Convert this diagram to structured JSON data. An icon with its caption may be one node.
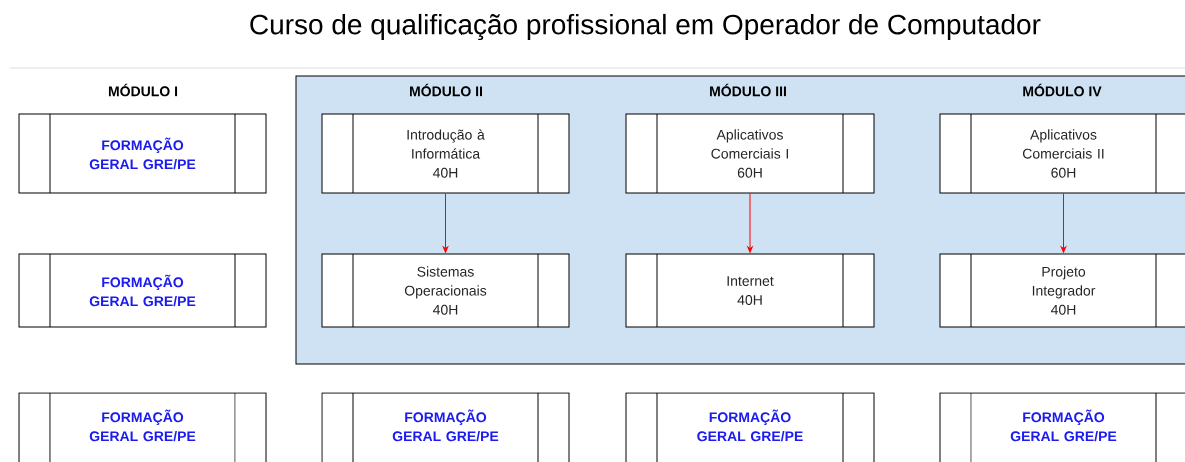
{
  "diagram": {
    "title": "Curso de qualificação profissional em Operador de Computador",
    "nodes": [
      {
        "text": [
          "FORMAÇÃO GERAL GRE/PE"
        ]
      },
      {
        "text": [],
        "shape": "box"
      },
      {
        "text": [
          "Introdução à Informática",
          "40H"
        ],
        "in": 1
      },
      {
        "text": [
          "Aplicativos Comerciais I",
          "60H"
        ],
        "in": 1
      },
      {
        "text": [
          "Aplicativos Comerciais II",
          "60H"
        ],
        "in": 1
      },
      {
        "text": [
          "FORMAÇÃO GERAL GRE/PE"
        ]
      },
      {
        "text": [
          "Sistemas Operacionais",
          "40H"
        ],
        "in": 1
      },
      {
        "text": [
          "Internet",
          "40H"
        ],
        "in": 1
      },
      {
        "text": [
          "Projeto Integrador",
          "40H"
        ],
        "in": 1
      },
      {
        "text": [
          "FORMAÇÃO GERAL GRE/PE"
        ]
      },
      {
        "text": [
          "FORMAÇÃO GERAL GRE/PE"
        ]
      },
      {
        "text": [
          "FORMAÇÃO GERAL GRE/PE"
        ]
      },
      {
        "text": [
          "FORMAÇÃO GERAL GRE/PE"
        ]
      }
    ],
    "edges": [
      {
        "from": 2,
        "to": 6,
        "arrow": "to",
        "color": "#ff0000"
      },
      {
        "from": 3,
        "to": 7,
        "arrow": "to",
        "color": "#ff0000"
      },
      {
        "from": 4,
        "to": 8,
        "arrow": "to",
        "color": "#ff0000"
      }
    ],
    "labels": [
      "MÓDULO I",
      "MÓDULO II",
      "MÓDULO III",
      "MÓDULO IV"
    ]
  }
}
